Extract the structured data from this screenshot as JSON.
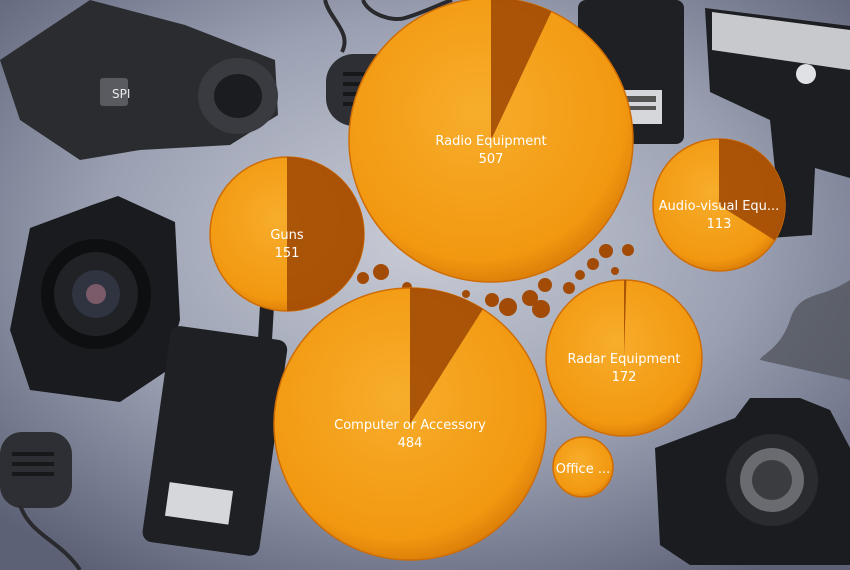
{
  "chart_data": {
    "type": "bubble-pie",
    "series": [
      {
        "category": "Radio Equipment",
        "label": "Radio Equipment",
        "value": 507,
        "slice_fraction": 0.07
      },
      {
        "category": "Computer or Accessory",
        "label": "Computer or Accessory",
        "value": 484,
        "slice_fraction": 0.09
      },
      {
        "category": "Radar Equipment",
        "label": "Radar Equipment",
        "value": 172,
        "slice_fraction": 0.005
      },
      {
        "category": "Guns",
        "label": "Guns",
        "value": 151,
        "slice_fraction": 0.5
      },
      {
        "category": "Audio-visual Equipment",
        "label": "Audio-visual Equ...",
        "value": 113,
        "slice_fraction": 0.34
      },
      {
        "category": "Office",
        "label": "Office ...",
        "value": null,
        "slice_fraction": 0
      }
    ],
    "small_bubbles": 16
  },
  "colors": {
    "bubble_fill": "#f39a12",
    "slice_fill": "#a24b06",
    "bubble_edge": "#cf6d05",
    "text": "#ffffff"
  },
  "background_objects": [
    "night-vision-scope-icon",
    "radio-microphone-icon",
    "walkie-talkie-icon",
    "pistol-icon",
    "slr-camera-icon",
    "camera-body-icon"
  ]
}
